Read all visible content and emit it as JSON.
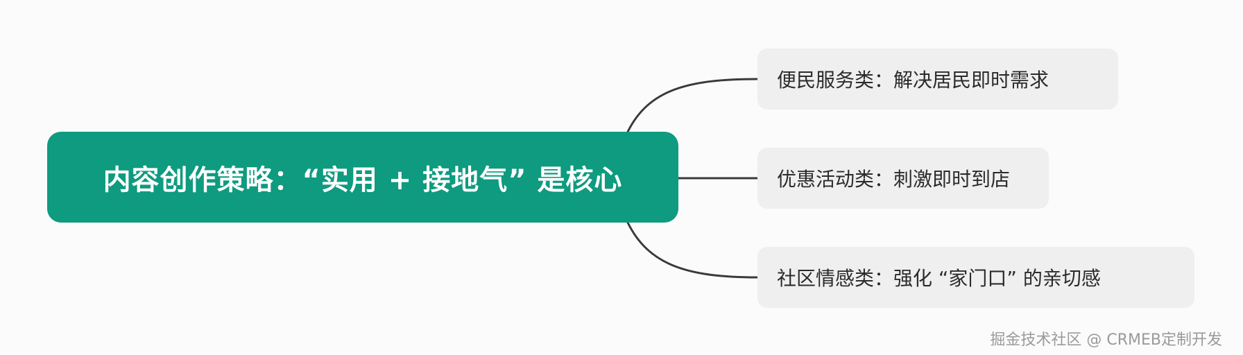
{
  "mindmap": {
    "root": {
      "label": "内容创作策略：“实用 + 接地气” 是核心"
    },
    "branches": [
      {
        "label": "便民服务类：解决居民即时需求"
      },
      {
        "label": "优惠活动类：刺激即时到店"
      },
      {
        "label": "社区情感类：强化 “家门口” 的亲切感"
      }
    ]
  },
  "watermark": "掘金技术社区 @ CRMEB定制开发",
  "colors": {
    "root_fill": "#0e9b7f",
    "branch_fill": "#efefef",
    "connector": "#3a3a3a",
    "background": "#fbfbfb"
  }
}
